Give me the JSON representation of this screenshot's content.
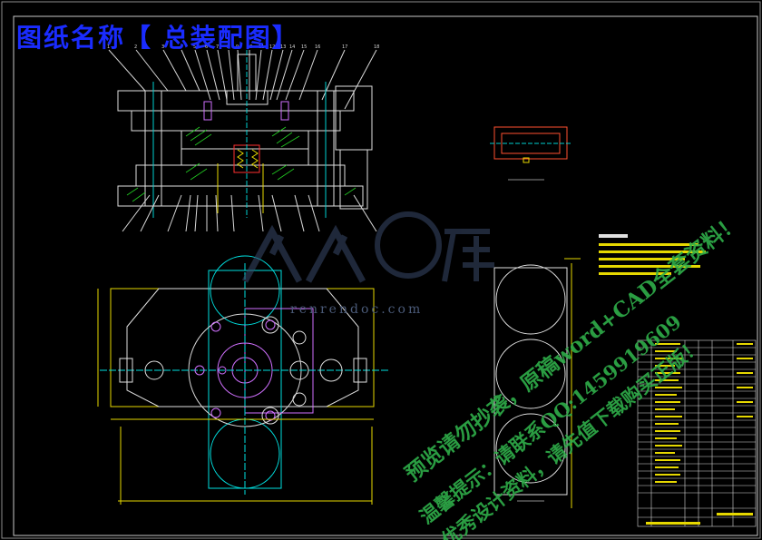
{
  "drawing": {
    "title": "图纸名称【 总装配图】",
    "site_watermark": "renrendoc.com",
    "logo_text": "人人文库"
  },
  "watermarks": [
    "预览请勿抄袭，原稿word+CAD全套资料！",
    "温馨提示：请联系QQ:1459919609",
    "优秀设计资料，请先值下载购买正版！"
  ],
  "colors": {
    "background": "#000000",
    "title": "#1a2cff",
    "frame": "#c8c8c8",
    "outline": "#00e0e0",
    "detail": "#ffffff",
    "accent_green": "#22cc22",
    "purple": "#d070ff",
    "yellow": "#e6d800",
    "red": "#ff3030"
  }
}
